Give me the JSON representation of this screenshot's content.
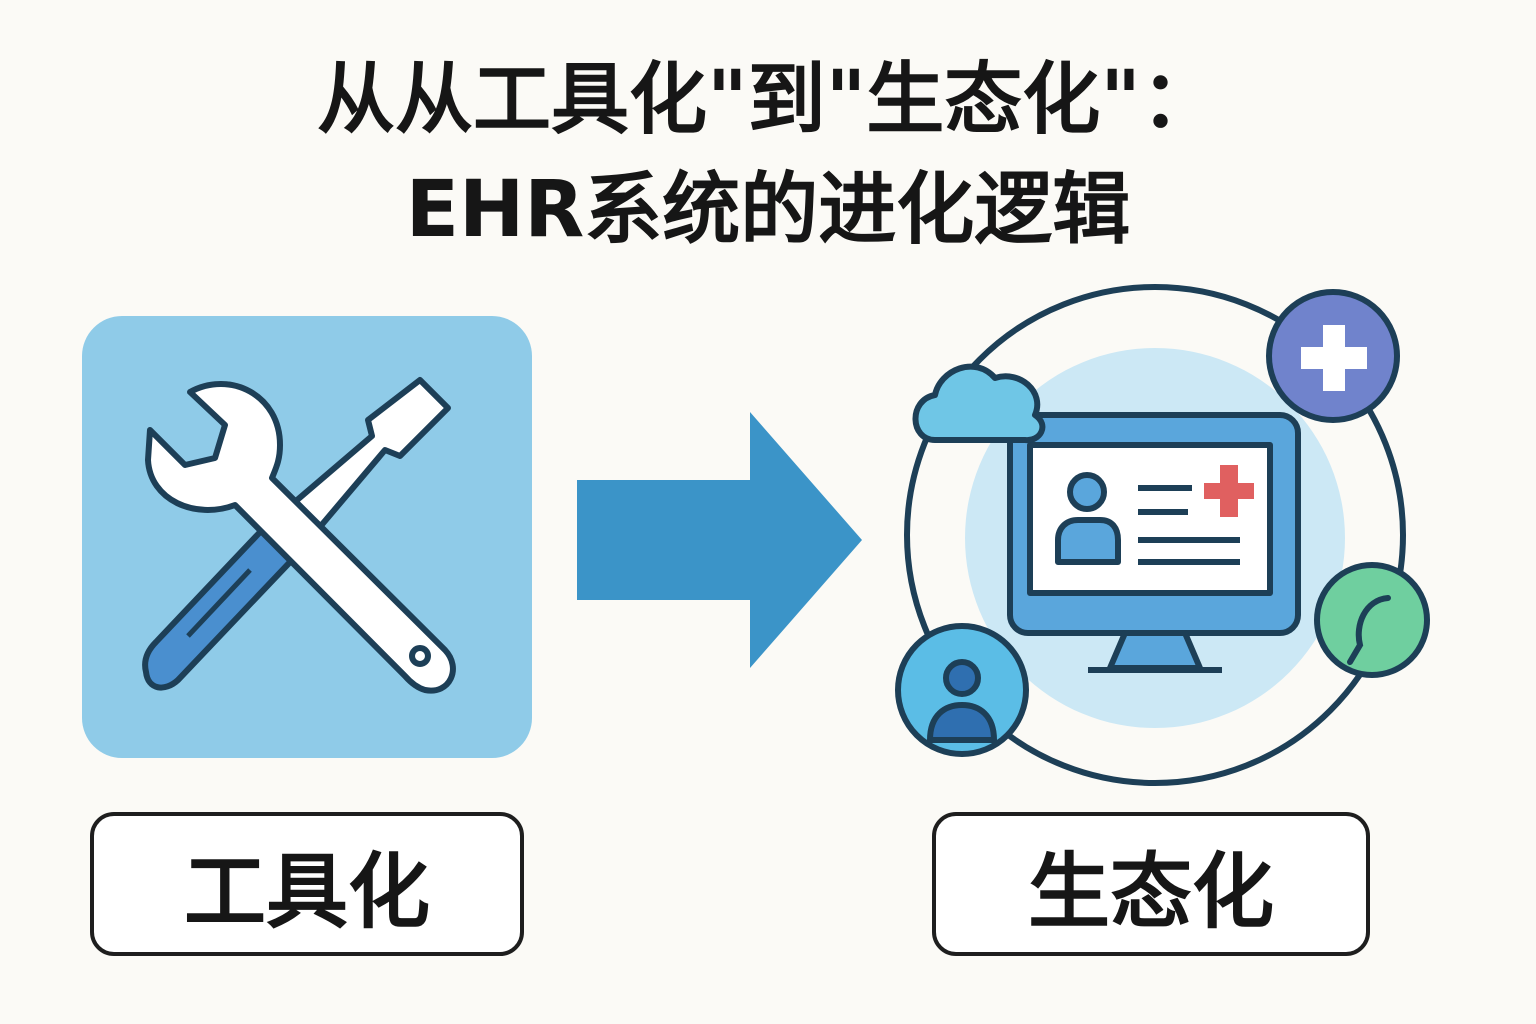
{
  "title": {
    "line1": "从从工具化\"到\"生态化\"：",
    "line2": "EHR系统的进化逻辑"
  },
  "labels": {
    "left": "工具化",
    "right": "生态化"
  },
  "colors": {
    "tool_bg": "#8fcbe8",
    "arrow": "#3b94c8",
    "outline": "#1d3f57",
    "plus_badge": "#7083cc",
    "leaf_badge": "#6fcf9f",
    "cross": "#e06060"
  }
}
